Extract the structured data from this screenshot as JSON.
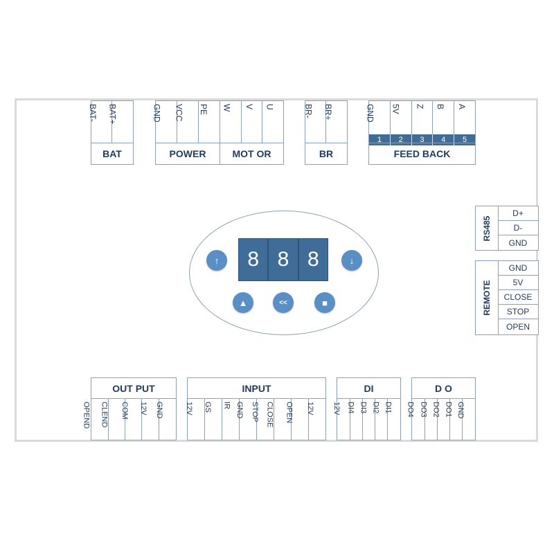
{
  "top_blocks": {
    "bat": {
      "label": "BAT",
      "pins": [
        "BAT-",
        "BAT+"
      ]
    },
    "power": {
      "label": "POWER",
      "pins": [
        "GND",
        "VCC",
        "PE"
      ]
    },
    "motor": {
      "label": "MOT OR",
      "pins": [
        "W",
        "V",
        "U"
      ]
    },
    "br": {
      "label": "BR",
      "pins": [
        "BR-",
        "BR+"
      ]
    },
    "feedback": {
      "label": "FEED BACK",
      "pins": [
        "GND",
        "5V",
        "Z",
        "B",
        "A"
      ],
      "numbers": [
        "1",
        "2",
        "3",
        "4",
        "5"
      ]
    }
  },
  "rs485": {
    "label": "RS485",
    "pins": [
      "D+",
      "D-",
      "GND"
    ]
  },
  "remote": {
    "label": "REMOTE",
    "pins": [
      "GND",
      "5V",
      "CLOSE",
      "STOP",
      "OPEN"
    ]
  },
  "display": {
    "digits": [
      "8",
      "8",
      "8"
    ]
  },
  "buttons": {
    "up": "↑",
    "down": "↓",
    "triangle": "▲",
    "back": "<<",
    "square": "■"
  },
  "bottom_blocks": {
    "output": {
      "label": "OUT PUT",
      "pins": [
        "OPEND",
        "CLEND",
        "COM",
        "12V",
        "GND"
      ]
    },
    "input": {
      "label": "INPUT",
      "pins": [
        "12V",
        "GS",
        "IR",
        "GND",
        "STOP",
        "CLOSE",
        "OPEN",
        "12V"
      ]
    },
    "di": {
      "label": "DI",
      "pins": [
        "12V",
        "DI4",
        "DI3",
        "DI2",
        "DI1"
      ]
    },
    "do": {
      "label": "D O",
      "pins": [
        "DO4",
        "DO3",
        "DO2",
        "DO1",
        "GND"
      ]
    }
  },
  "colors": {
    "accent": "#3f6d98",
    "button": "#5a8fc6",
    "border": "#8aa0b8",
    "text": "#1f3a5c"
  }
}
